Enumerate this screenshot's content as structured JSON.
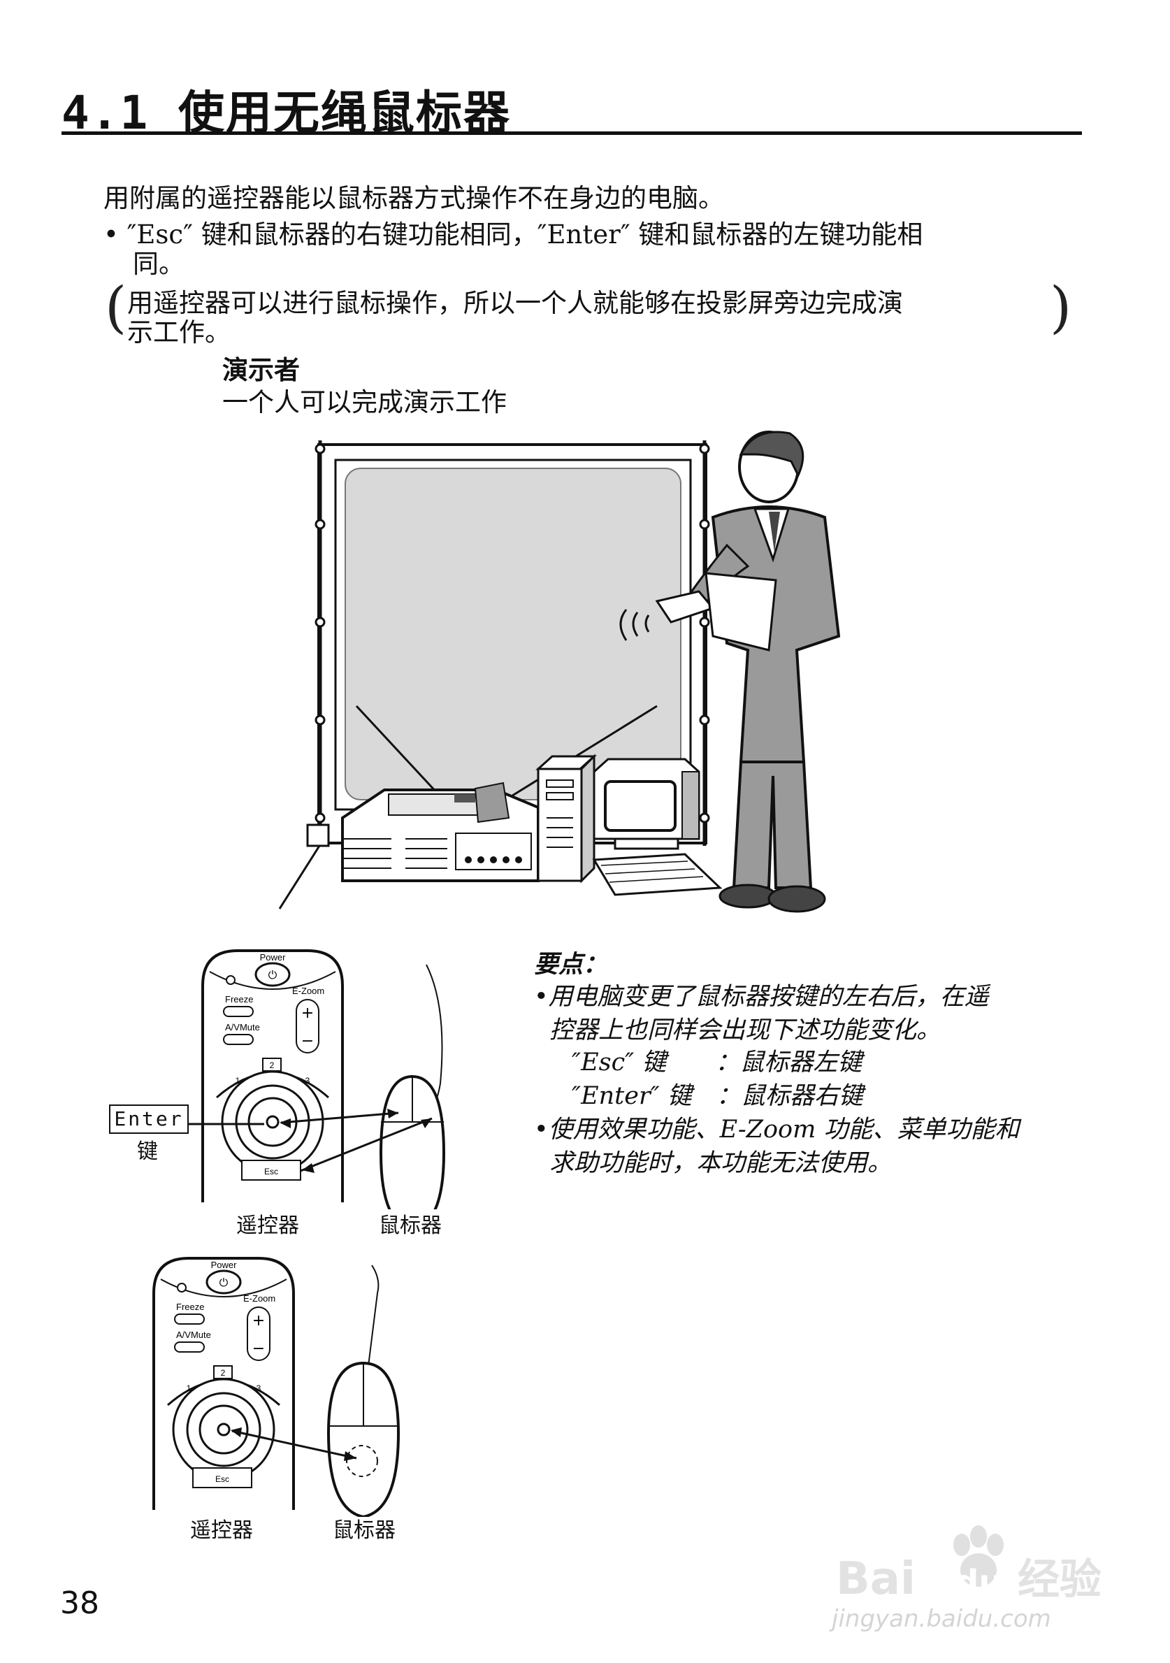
{
  "section": {
    "title": "4.1 使用无绳鼠标器"
  },
  "intro": "用附属的遥控器能以鼠标器方式操作不在身边的电脑。",
  "bullet": {
    "line1": "• ″Esc″ 键和鼠标器的右键功能相同，″Enter″ 键和鼠标器的左键功能相",
    "line2": "同。"
  },
  "note": {
    "line1": "用遥控器可以进行鼠标操作，所以一个人就能够在投影屏旁边完成演",
    "line2": "示工作。"
  },
  "presenter": {
    "label": "演示者",
    "desc": "一个人可以完成演示工作"
  },
  "points": {
    "title": "要点：",
    "item1_line1": "•用电脑变更了鼠标器按键的左右后，在遥",
    "item1_line2": "控器上也同样会出现下述功能变化。",
    "esc_row": "″Esc″ 键　　：鼠标器左键",
    "enter_row": "″Enter″ 键　：鼠标器右键",
    "item2_line1": "•使用效果功能、E-Zoom 功能、菜单功能和",
    "item2_line2": "求助功能时，本功能无法使用。"
  },
  "remote": {
    "power": "Power",
    "freeze": "Freeze",
    "ezoom": "E-Zoom",
    "avmute": "A/VMute",
    "esc": "Esc",
    "plus": "+",
    "minus": "−",
    "num1": "1",
    "num2": "2",
    "num3": "3"
  },
  "figure1": {
    "enter_key_label": "Enter",
    "enter_key_suffix": "键",
    "caption_remote": "遥控器",
    "caption_mouse": "鼠标器"
  },
  "figure2": {
    "caption_remote": "遥控器",
    "caption_mouse": "鼠标器"
  },
  "page_number": "38",
  "watermark": {
    "logo_text": "Bai du 经验",
    "url": "jingyan.baidu.com"
  }
}
